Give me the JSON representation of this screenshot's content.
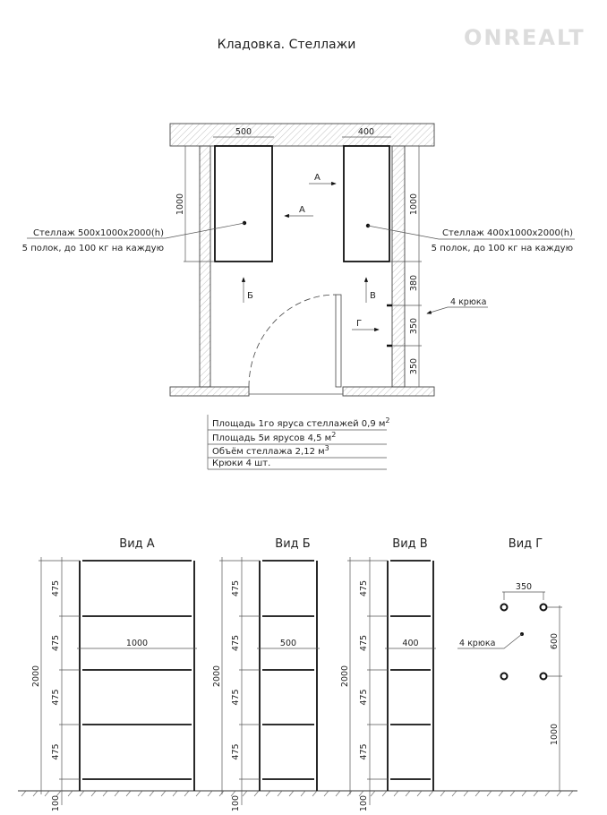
{
  "title": "Кладовка. Стеллажи",
  "watermark": "ONREALT",
  "plan": {
    "dim_left_width": "500",
    "dim_right_width": "400",
    "dim_left_depth": "1000",
    "dim_right_depth": "1000",
    "dim_right_segments": [
      "380",
      "350",
      "350"
    ],
    "view_marks": [
      "А",
      "А",
      "Б",
      "В",
      "Г"
    ],
    "left_label_line1": "Стеллаж 500x1000x2000(h)",
    "left_label_line2": "5 полок, до 100 кг на каждую",
    "right_label_line1": "Стеллаж 400x1000x2000(h)",
    "right_label_line2": "5 полок, до 100 кг на каждую",
    "hooks_label": "4 крюка"
  },
  "summary_table": [
    {
      "text": "Площадь 1го яруса стеллажей 0,9 м",
      "sup": "2"
    },
    {
      "text": "Площадь 5и ярусов 4,5 м",
      "sup": "2"
    },
    {
      "text": "Объём стеллажа 2,12 м",
      "sup": "3"
    },
    {
      "text": "Крюки 4 шт.",
      "sup": ""
    }
  ],
  "views": [
    {
      "title": "Вид А",
      "total_height": "2000",
      "shelf_spacing": [
        "475",
        "475",
        "475",
        "475"
      ],
      "bottom": "100",
      "width": "1000"
    },
    {
      "title": "Вид Б",
      "total_height": "2000",
      "shelf_spacing": [
        "475",
        "475",
        "475",
        "475"
      ],
      "bottom": "100",
      "width": "500"
    },
    {
      "title": "Вид В",
      "total_height": "2000",
      "shelf_spacing": [
        "475",
        "475",
        "475",
        "475"
      ],
      "bottom": "100",
      "width": "400"
    },
    {
      "title": "Вид Г",
      "hook_spacing": "350",
      "hook_vertical": "600",
      "hook_height": "1000",
      "hooks_label": "4 крюка"
    }
  ]
}
